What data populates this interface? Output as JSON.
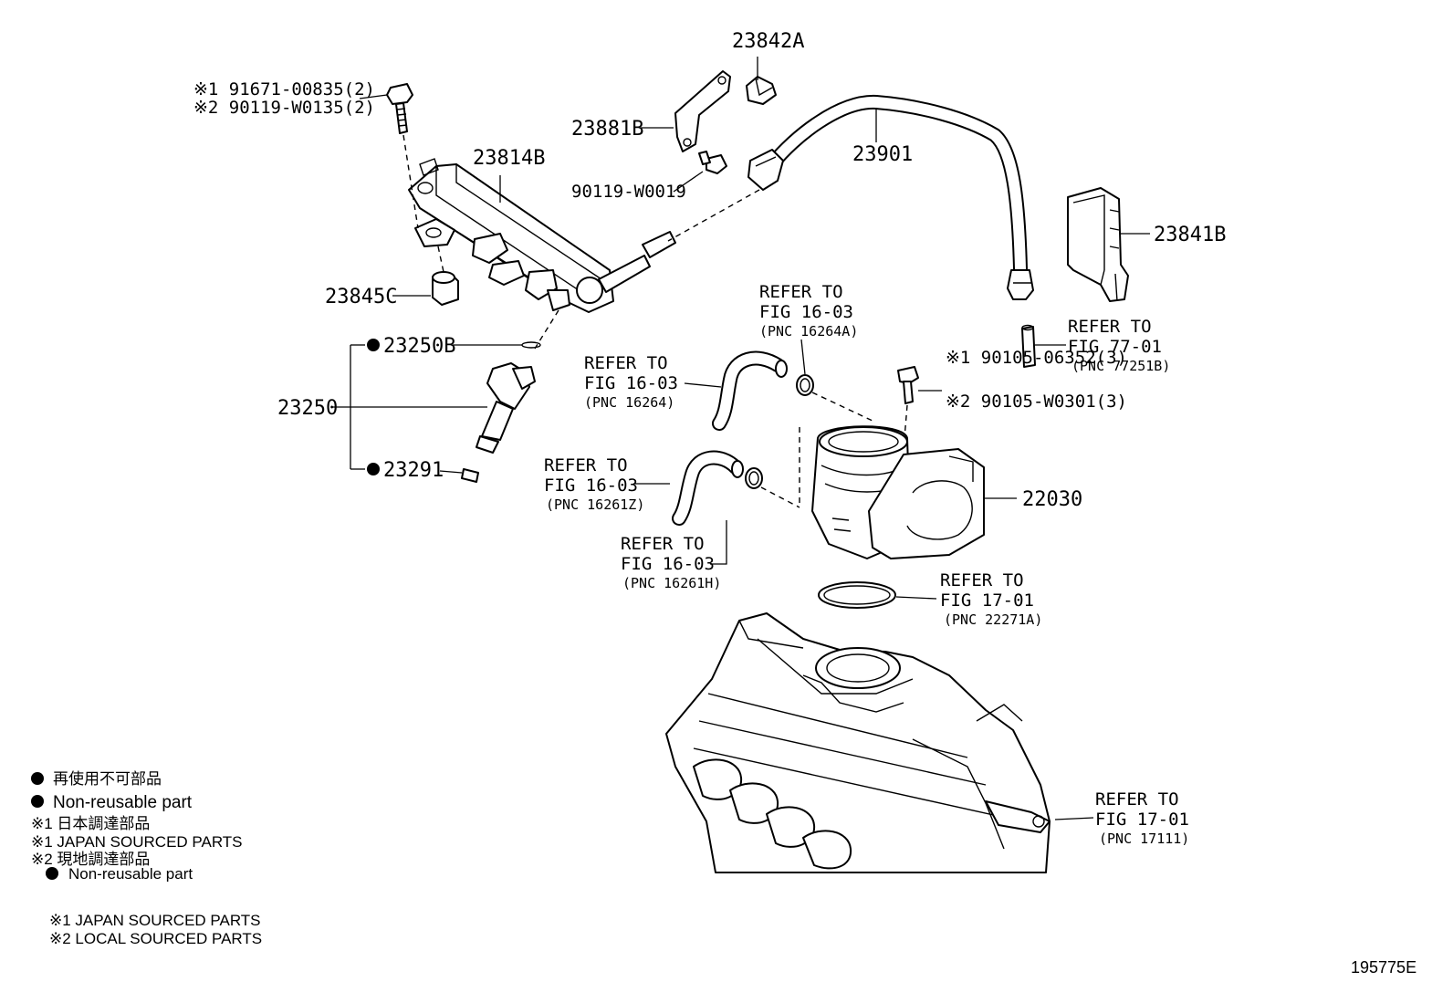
{
  "parts": {
    "p23842A": "23842A",
    "p23881B": "23881B",
    "p90119_W0019": "90119-W0019",
    "p23901": "23901",
    "p23814B": "23814B",
    "p23841B": "23841B",
    "p23845C": "23845C",
    "p23250B": "23250B",
    "p23250": "23250",
    "p23291": "23291",
    "p22030": "22030",
    "bolt_top_1": "※1 91671-00835(2)",
    "bolt_top_2": "※2 90119-W0135(2)",
    "bolt_tb_1": "※1 90105-06352(3)",
    "bolt_tb_2": "※2 90105-W0301(3)"
  },
  "refs": {
    "r16264A": {
      "l1": "REFER TO",
      "l2": "FIG 16-03",
      "l3": "(PNC 16264A)"
    },
    "r77251B": {
      "l1": "REFER TO",
      "l2": "FIG 77-01",
      "l3": "(PNC 77251B)"
    },
    "r16264": {
      "l1": "REFER TO",
      "l2": "FIG 16-03",
      "l3": "(PNC 16264)"
    },
    "r16261Z": {
      "l1": "REFER TO",
      "l2": "FIG 16-03",
      "l3": "(PNC 16261Z)"
    },
    "r16261H": {
      "l1": "REFER TO",
      "l2": "FIG 16-03",
      "l3": "(PNC 16261H)"
    },
    "r22271A": {
      "l1": "REFER TO",
      "l2": "FIG 17-01",
      "l3": "(PNC 22271A)"
    },
    "r17111": {
      "l1": "REFER TO",
      "l2": "FIG 17-01",
      "l3": "(PNC 17111)"
    }
  },
  "legend": {
    "l1": "再使用不可部品",
    "l2": "Non-reusable part",
    "l3": "※1  日本調達部品",
    "l4": "※1  JAPAN SOURCED PARTS",
    "l5": "※2  現地調達部品",
    "l6": "Non-reusable part",
    "l7": "※1  JAPAN SOURCED PARTS",
    "l8": "※2  LOCAL SOURCED PARTS"
  },
  "figure_id": "195775E"
}
